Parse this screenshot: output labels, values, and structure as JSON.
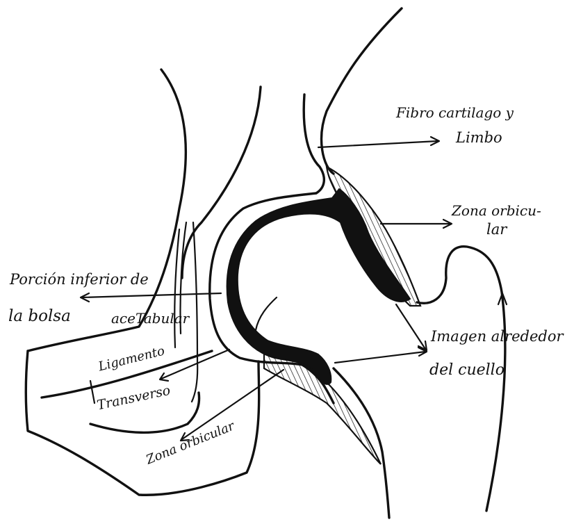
{
  "labels": {
    "fibro_line1": "Fibro cartilago y",
    "fibro_line2": "Limbo",
    "zona_orbicular_right_line1": "Zona orbicu-",
    "zona_orbicular_right_line2": "lar",
    "porcion_line1": "Porción inferior de",
    "porcion_line2": "la bolsa",
    "acetabular": "aceTabular",
    "ligamento": "Ligamento",
    "transverso": "Transverso",
    "imagen_line1": "Imagen alrededor",
    "imagen_line2": "del cuello",
    "zona_orbicular_bottom": "Zona orbicular"
  },
  "colors": {
    "ink": "#111111",
    "paper": "#ffffff"
  }
}
